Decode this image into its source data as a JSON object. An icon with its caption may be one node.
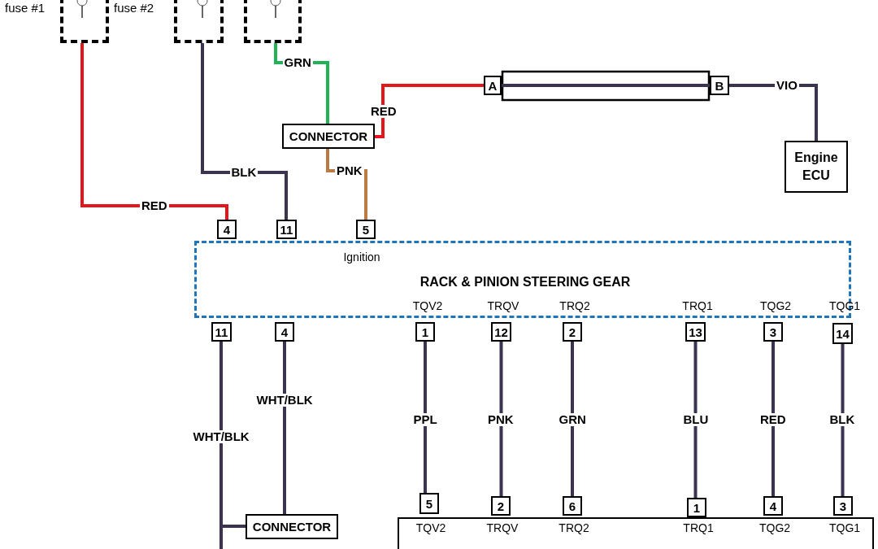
{
  "diagram": {
    "nodes": [
      {
        "text": [
          "fuse #1"
        ]
      },
      {
        "text": [
          "fuse #2"
        ]
      },
      {
        "text": [],
        "shape": "box"
      },
      {
        "text": [
          "CONNECTOR"
        ]
      },
      {
        "text": [
          "A"
        ]
      },
      {
        "text": [
          "B"
        ]
      },
      {
        "text": [
          "Engine ECU"
        ]
      },
      {
        "text": [
          "Ignition",
          "RACK & PINION STEERING GEAR",
          "TQV2",
          "TRQV",
          "TRQ2",
          "TRQ1",
          "TQG2",
          "TQG1"
        ]
      },
      {
        "text": [
          "4"
        ]
      },
      {
        "text": [
          "11"
        ]
      },
      {
        "text": [
          "5"
        ]
      },
      {
        "text": [
          "11"
        ]
      },
      {
        "text": [
          "4"
        ]
      },
      {
        "text": [
          "1"
        ]
      },
      {
        "text": [
          "12"
        ]
      },
      {
        "text": [
          "2"
        ]
      },
      {
        "text": [
          "13"
        ]
      },
      {
        "text": [
          "3"
        ]
      },
      {
        "text": [
          "14"
        ]
      },
      {
        "text": [
          "CONNECTOR"
        ]
      },
      {
        "text": [
          "TQV2",
          "TRQV",
          "TRQ2",
          "TRQ1",
          "TQG2",
          "TQG1"
        ]
      },
      {
        "text": [
          "5"
        ]
      },
      {
        "text": [
          "2"
        ]
      },
      {
        "text": [
          "6"
        ]
      },
      {
        "text": [
          "1"
        ]
      },
      {
        "text": [
          "4"
        ]
      },
      {
        "text": [
          "3"
        ]
      }
    ],
    "edges": [
      {
        "from": 0,
        "to": 8,
        "arrow": "none",
        "label": "RED",
        "color": "#e3161b"
      },
      {
        "from": 1,
        "to": 9,
        "arrow": "none",
        "label": "BLK"
      },
      {
        "from": 2,
        "to": 3,
        "arrow": "none",
        "label": "GRN",
        "color": "#1fb257"
      },
      {
        "from": 3,
        "to": 4,
        "arrow": "none",
        "label": "RED",
        "color": "#e3161b"
      },
      {
        "from": 5,
        "to": 6,
        "arrow": "none",
        "label": "VIO"
      },
      {
        "from": 4,
        "to": 5,
        "arrow": "none"
      },
      {
        "from": 3,
        "to": 10,
        "arrow": "none",
        "label": "PNK",
        "color": "#b97a45"
      },
      {
        "from": 11,
        "to": 19,
        "arrow": "none",
        "label": "WHT/BLK"
      },
      {
        "from": 11,
        "to": null,
        "arrow": "none"
      },
      {
        "from": 12,
        "to": 19,
        "arrow": "none",
        "label": "WHT/BLK"
      },
      {
        "from": 13,
        "to": 21,
        "arrow": "none",
        "label": "PPL"
      },
      {
        "from": 14,
        "to": 22,
        "arrow": "none",
        "label": "PNK"
      },
      {
        "from": 15,
        "to": 23,
        "arrow": "none",
        "label": "GRN"
      },
      {
        "from": 16,
        "to": 24,
        "arrow": "none",
        "label": "BLU"
      },
      {
        "from": 17,
        "to": 25,
        "arrow": "none",
        "label": "RED"
      },
      {
        "from": 18,
        "to": 26,
        "arrow": "none",
        "label": "BLK"
      }
    ]
  }
}
